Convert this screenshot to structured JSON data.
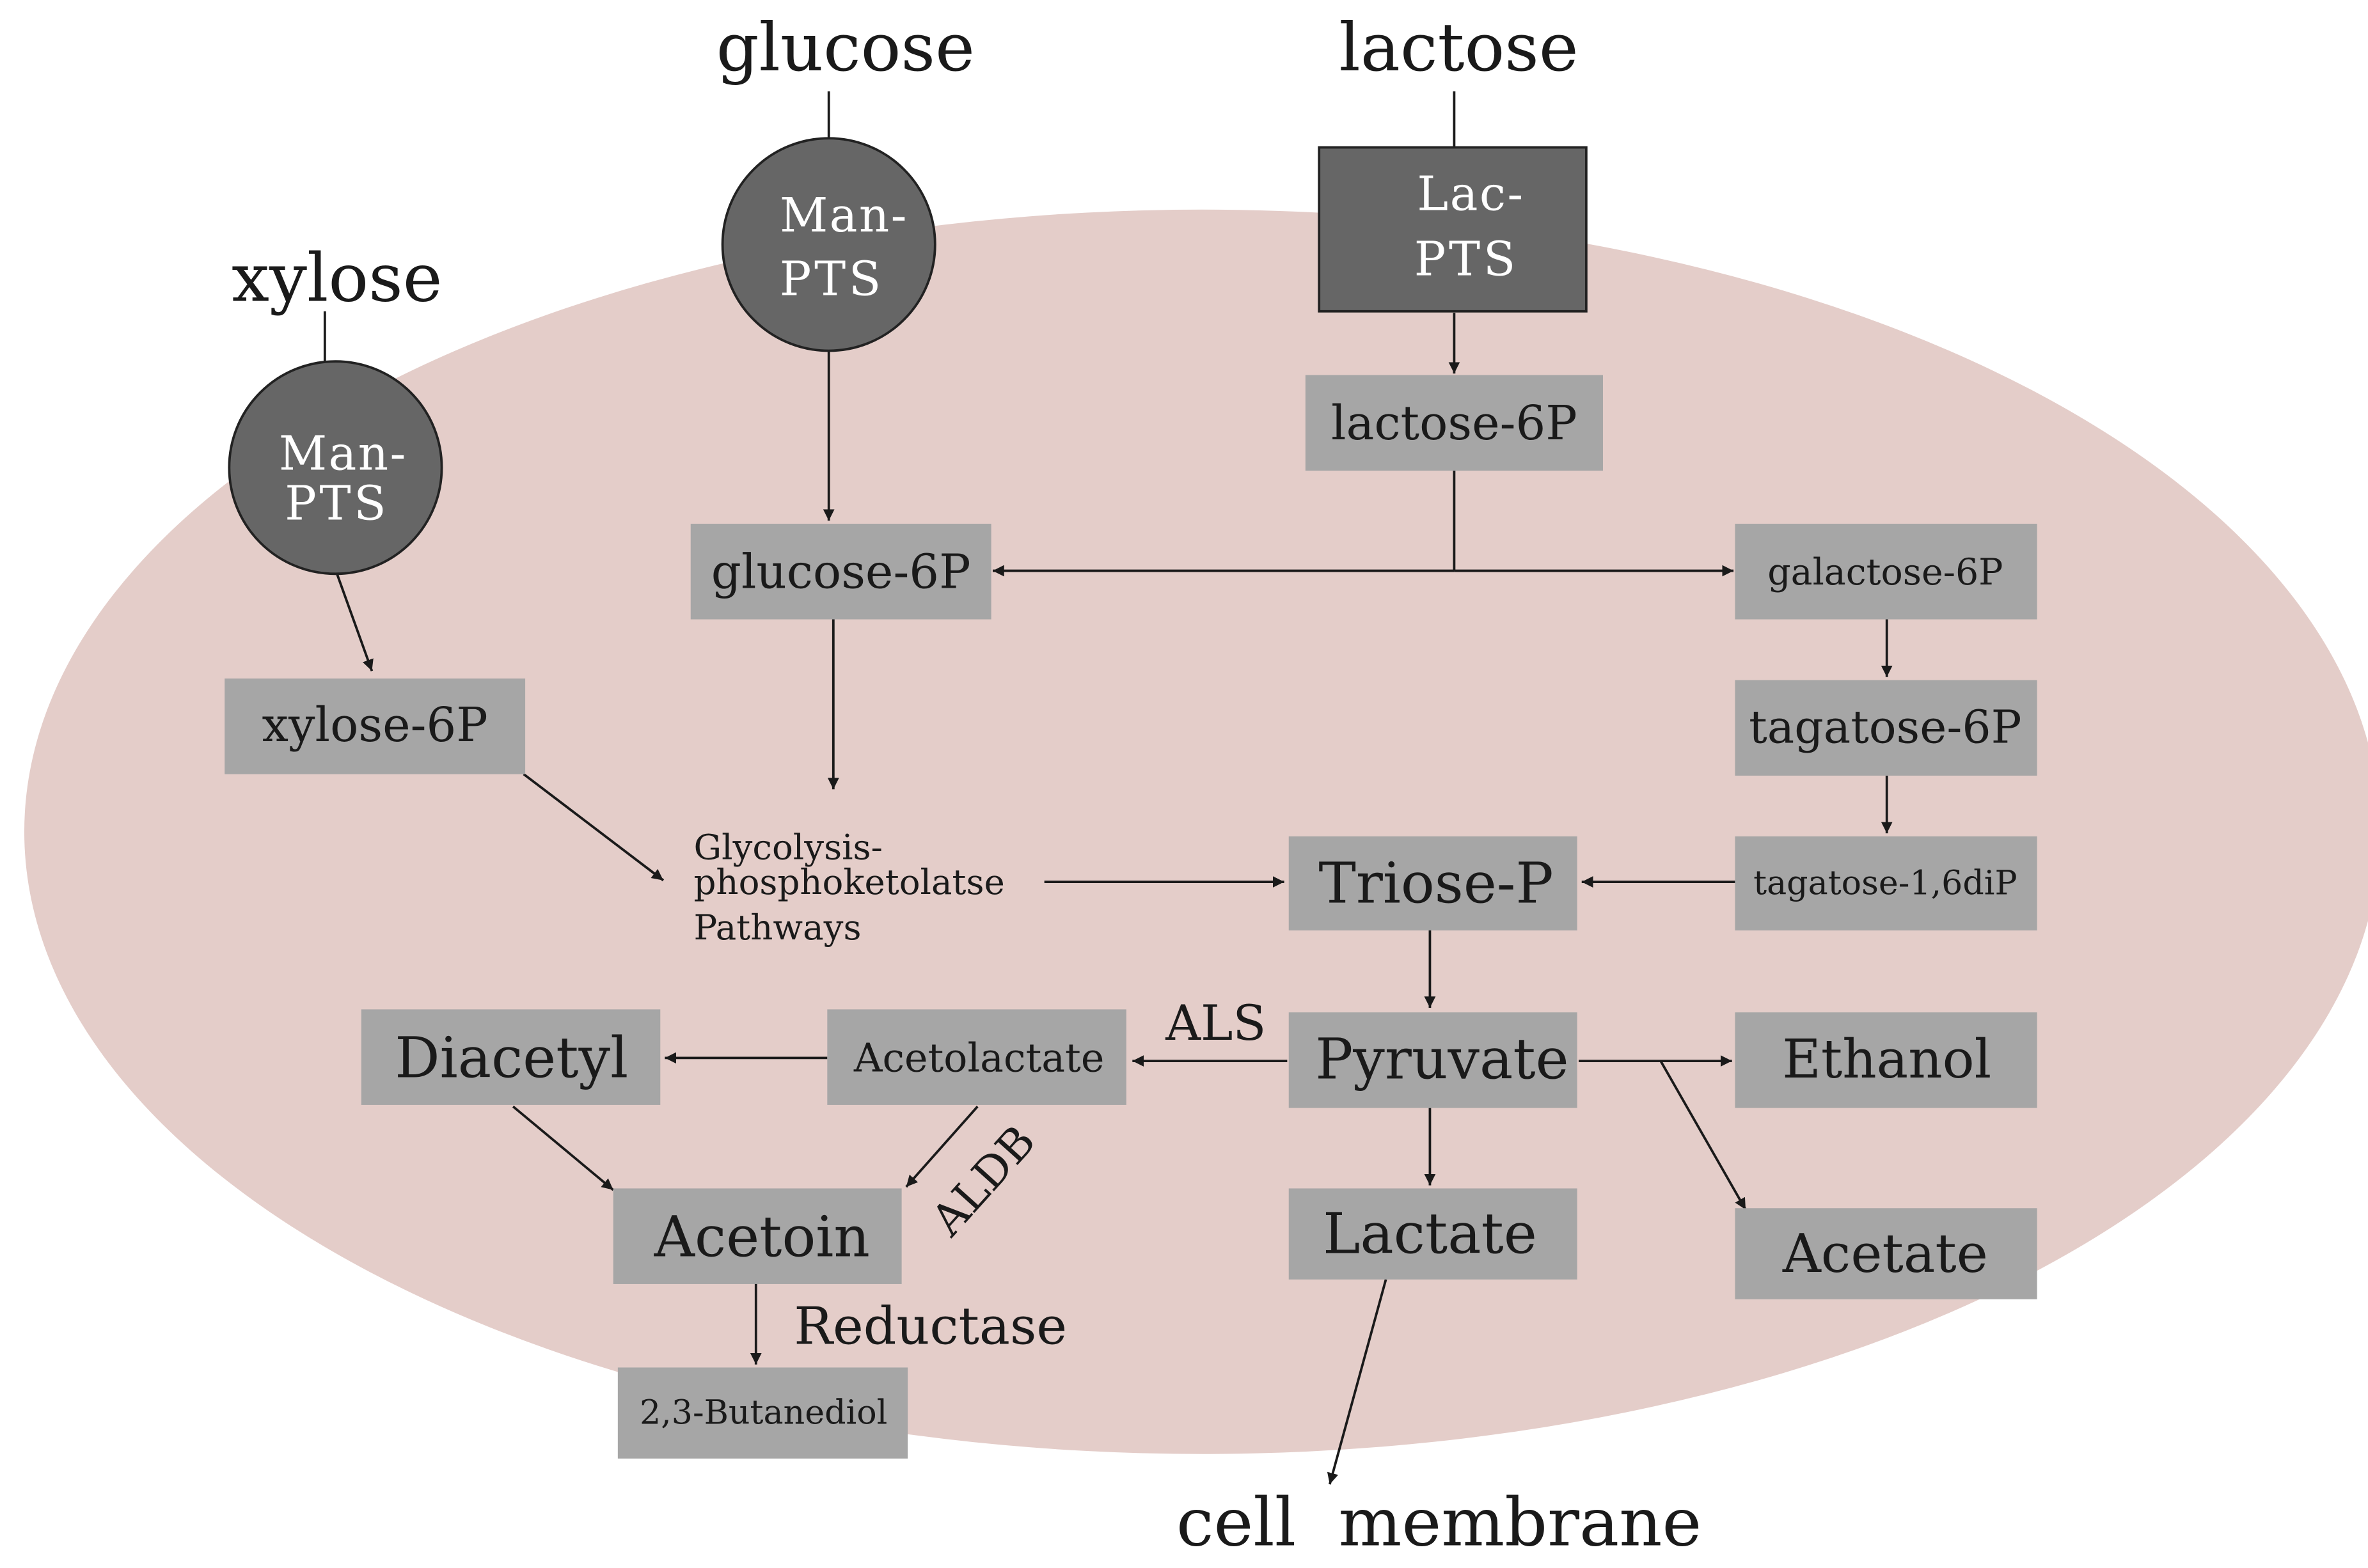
{
  "colors": {
    "background": "#ffffff",
    "cell": "#e4cdc9",
    "transporter": "#666666",
    "metabolite_box": "#a6a6a6",
    "line": "#1a1a1a",
    "text": "#1a1a1a",
    "transporter_text": "#ffffff"
  },
  "sugars": {
    "xylose": "xylose",
    "glucose": "glucose",
    "lactose": "lactose"
  },
  "transporters": {
    "xylose_line1": "Man-",
    "xylose_line2": "PTS",
    "glucose_line1": "Man-",
    "glucose_line2": "PTS",
    "lactose_line1": "Lac-",
    "lactose_line2": "PTS"
  },
  "metabolites": {
    "lactose_6p": "lactose-6P",
    "glucose_6p": "glucose-6P",
    "galactose_6p": "galactose-6P",
    "xylose_6p": "xylose-6P",
    "tagatose_6p": "tagatose-6P",
    "tagatose_16dip": "tagatose-1,6diP",
    "triose_p": "Triose-P",
    "pyruvate": "Pyruvate",
    "ethanol": "Ethanol",
    "acetolactate": "Acetolactate",
    "diacetyl": "Diacetyl",
    "acetoin": "Acetoin",
    "lactate": "Lactate",
    "acetate": "Acetate",
    "butanediol": "2,3-Butanediol"
  },
  "pathway_label": {
    "line1": "Glycolysis-",
    "line2": "phosphoketolatse",
    "line3": "Pathways"
  },
  "enzymes": {
    "als": "ALS",
    "aldb": "ALDB",
    "reductase": "Reductase"
  },
  "membrane_label": "cell  membrane"
}
